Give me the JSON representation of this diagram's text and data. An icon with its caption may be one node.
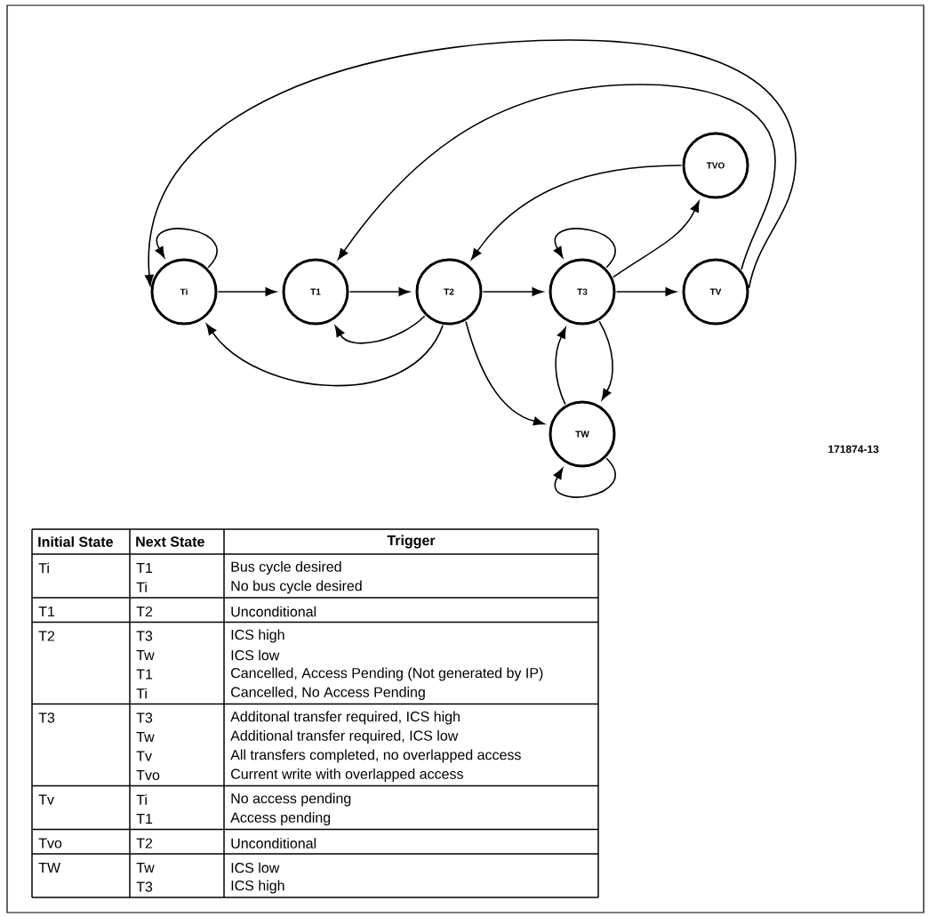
{
  "diagram": {
    "nodes": [
      {
        "text": [
          "Ti"
        ]
      },
      {
        "text": [
          "T1"
        ]
      },
      {
        "text": [
          "T2"
        ]
      },
      {
        "text": [
          "T3"
        ]
      },
      {
        "text": [
          "TVO"
        ]
      },
      {
        "text": [
          "TV"
        ]
      },
      {
        "text": [
          "TW"
        ]
      }
    ],
    "edges": [
      {
        "from": 0,
        "to": 0,
        "arrow": "to"
      },
      {
        "from": 0,
        "to": 1,
        "arrow": "to"
      },
      {
        "from": 1,
        "to": 2,
        "arrow": "to"
      },
      {
        "from": 2,
        "to": 3,
        "arrow": "to"
      },
      {
        "from": 3,
        "to": 3,
        "arrow": "to"
      },
      {
        "from": 3,
        "to": 5,
        "arrow": "to"
      },
      {
        "from": 3,
        "to": 4,
        "arrow": "to"
      },
      {
        "from": 5,
        "to": 0,
        "arrow": "to"
      },
      {
        "from": 5,
        "to": 1,
        "arrow": "to"
      },
      {
        "from": 4,
        "to": 2,
        "arrow": "to"
      },
      {
        "from": 2,
        "to": 1,
        "arrow": "to"
      },
      {
        "from": 2,
        "to": 0,
        "arrow": "to"
      },
      {
        "from": 2,
        "to": 6,
        "arrow": "to"
      },
      {
        "from": 3,
        "to": 6,
        "arrow": "to"
      },
      {
        "from": 6,
        "to": 3,
        "arrow": "to"
      },
      {
        "from": 6,
        "to": 6,
        "arrow": "to"
      }
    ],
    "labels": [
      "171874-13",
      "Initial State",
      "Next State",
      "Trigger",
      "Ti",
      "T1",
      "Bus cycle desired",
      "Ti",
      "No bus cycle desired",
      "T1",
      "T2",
      "Unconditional",
      "T2",
      "T3",
      "ICS high",
      "Tw",
      "ICS low",
      "T1",
      "Cancelled, Access Pending (Not generated by IP)",
      "Ti",
      "Cancelled, No Access Pending",
      "T3",
      "T3",
      "Additonal transfer required, ICS high",
      "Tw",
      "Additional transfer required, ICS low",
      "Tv",
      "All transfers completed, no overlapped access",
      "Tvo",
      "Current write with overlapped access",
      "Tv",
      "Ti",
      "No access pending",
      "T1",
      "Access pending",
      "Tvo",
      "T2",
      "Unconditional",
      "TW",
      "Tw",
      "ICS low",
      "T3",
      "ICS high"
    ]
  }
}
